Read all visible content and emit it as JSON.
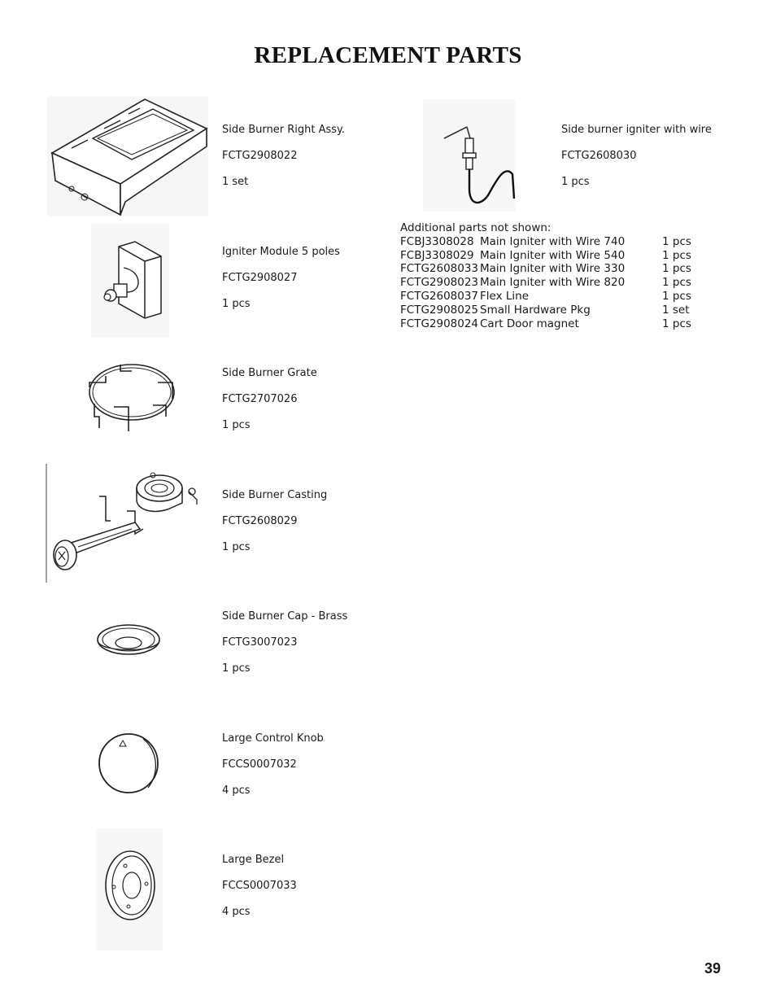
{
  "page": {
    "title": "REPLACEMENT PARTS",
    "page_number": "39"
  },
  "parts": [
    {
      "name": "Side Burner Right Assy.",
      "code": "FCTG2908022",
      "qty": "1 set",
      "icon": "side-burner-assembly"
    },
    {
      "name": "Side burner igniter with wire",
      "code": "FCTG2608030",
      "qty": "1 pcs",
      "icon": "igniter-wire"
    },
    {
      "name": "Igniter Module 5 poles",
      "code": "FCTG2908027",
      "qty": "1 pcs",
      "icon": "igniter-module"
    },
    {
      "name": "Side Burner Grate",
      "code": "FCTG2707026",
      "qty": "1 pcs",
      "icon": "burner-grate"
    },
    {
      "name": "Side Burner Casting",
      "code": "FCTG2608029",
      "qty": "1 pcs",
      "icon": "burner-casting"
    },
    {
      "name": "Side Burner Cap - Brass",
      "code": "FCTG3007023",
      "qty": "1 pcs",
      "icon": "burner-cap"
    },
    {
      "name": "Large Control Knob",
      "code": "FCCS0007032",
      "qty": "4 pcs",
      "icon": "control-knob"
    },
    {
      "name": "Large Bezel",
      "code": "FCCS0007033",
      "qty": "4 pcs",
      "icon": "bezel"
    }
  ],
  "additional": {
    "heading": "Additional parts not shown:",
    "rows": [
      {
        "code": "FCBJ3308028",
        "desc": "Main Igniter with Wire 740",
        "qty": "1 pcs"
      },
      {
        "code": "FCBJ3308029",
        "desc": "Main Igniter with Wire 540",
        "qty": "1 pcs"
      },
      {
        "code": "FCTG2608033",
        "desc": "Main Igniter with Wire 330",
        "qty": "1 pcs"
      },
      {
        "code": "FCTG2908023",
        "desc": "Main Igniter with Wire 820",
        "qty": "1 pcs"
      },
      {
        "code": "FCTG2608037",
        "desc": "Flex Line",
        "qty": "1 pcs"
      },
      {
        "code": "FCTG2908025",
        "desc": "Small Hardware Pkg",
        "qty": "1 set"
      },
      {
        "code": "FCTG2908024",
        "desc": "Cart Door magnet",
        "qty": "1 pcs"
      }
    ]
  }
}
